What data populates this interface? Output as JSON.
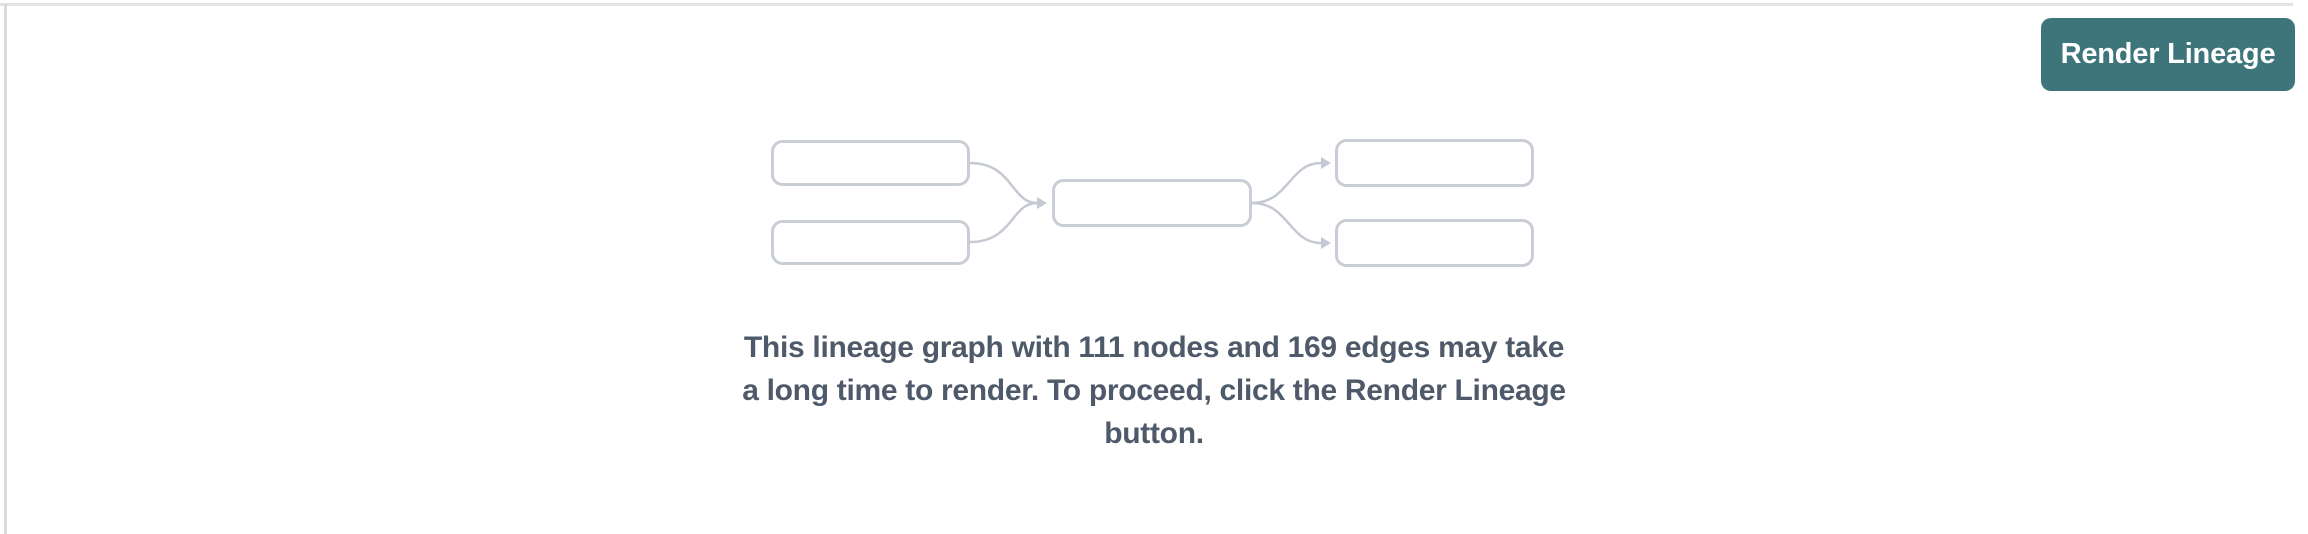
{
  "colors": {
    "accent": "#3d757a",
    "button_text": "#ffffff",
    "message_text": "#4e5a6a",
    "node_border": "#c9cdd6",
    "node_fill": "#ffffff",
    "edge_line": "#c5c9d2",
    "divider_top": "#e3e3e6",
    "divider_left": "#dcdcdf",
    "background": "#ffffff"
  },
  "header": {
    "render_button_label": "Render Lineage"
  },
  "placeholder": {
    "graph_icon": "lineage-graph-placeholder-icon",
    "node_count": "111",
    "edge_count": "169",
    "message_lines": [
      "This lineage graph with 111 nodes and 169 edges may take",
      "a long time to render. To proceed, click the Render Lineage",
      "button."
    ]
  }
}
